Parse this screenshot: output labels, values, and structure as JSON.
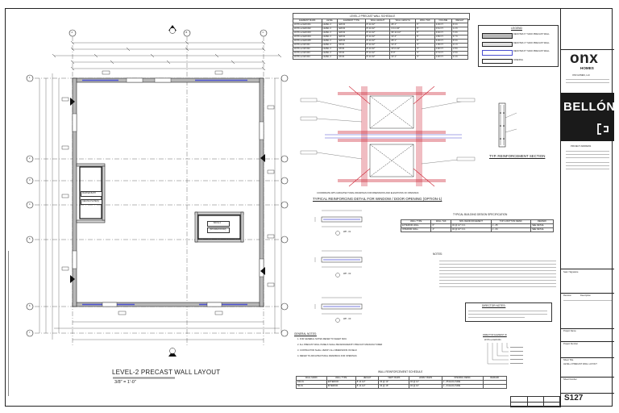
{
  "sheet": {
    "drawing_title": "LEVEL-2 PRECAST WALL LAYOUT",
    "scale": "3/8\" = 1'-0\"",
    "sheet_number": "S127"
  },
  "plan": {
    "grid_columns": [
      "A",
      "B",
      "C"
    ],
    "grid_rows": [
      "1",
      "2",
      "3",
      "4",
      "5",
      "6",
      "7"
    ],
    "room_labels": [
      "MASTER BATH",
      "CEILING PLATE(S)",
      "BATH 2",
      "(SHOWER ROOM)"
    ]
  },
  "schedule": {
    "title": "LEVEL-2 PRECAST WALL SCHEDULE",
    "headers": [
      "ELEMENT MARK",
      "LEVEL",
      "ELEMENT TYPE",
      "WALL HEIGHT",
      "WALL LENGTH",
      "WALL THK",
      "VOLUME",
      "WEIGHT"
    ],
    "rows": [
      [
        "W-PK-L2-EW-001",
        "LEVEL 2",
        "EW-01",
        "8'-11 1/2\"",
        "26'-1\"",
        "6\"",
        "3.29 CY",
        "6.6 K"
      ],
      [
        "W-PK-L2-EW-002",
        "LEVEL 2",
        "EW-01",
        "8'-11 1/2\"",
        "4'-11 1/2\"",
        "6\"",
        "0.61 CY",
        "1.2 K"
      ],
      [
        "W-PK-L2-EW-003",
        "LEVEL 2",
        "EW-01",
        "8'-11 1/2\"",
        "30'-11 1/2\"",
        "6\"",
        "3.94 CY",
        "7.9 K"
      ],
      [
        "W-PK-L2-EW-004",
        "LEVEL 2",
        "EW-01",
        "8'-11 1/2\"",
        "14'-4\"",
        "6\"",
        "1.83 CY",
        "3.7 K"
      ],
      [
        "W-PK-L2-EW-005",
        "LEVEL 2",
        "EW-01",
        "8'-11 1/2\"",
        "26'-1\"",
        "6\"",
        "3.29 CY",
        "6.6 K"
      ],
      [
        "W-PK-L2-IW-001",
        "LEVEL 2",
        "IW-01",
        "8'-11 1/2\"",
        "12'-4\"",
        "4\"",
        "1.05 CY",
        "2.1 K"
      ],
      [
        "W-PK-L2-IW-002",
        "LEVEL 2",
        "IW-01",
        "8'-11 1/2\"",
        "10'-6 1/2\"",
        "4\"",
        "0.90 CY",
        "1.8 K"
      ],
      [
        "W-PK-L2-IW-003",
        "LEVEL 2",
        "IW-01",
        "8'-11 1/2\"",
        "8'-9\"",
        "4\"",
        "0.74 CY",
        "1.5 K"
      ],
      [
        "W-PK-L2-IW-004",
        "LEVEL 2",
        "IW-01",
        "8'-11 1/2\"",
        "14'-1\"",
        "4\"",
        "1.20 CY",
        "2.4 K"
      ]
    ]
  },
  "legend": {
    "title": "LEGEND",
    "items": [
      "DENOTES 6\" THICK PRECAST WALL",
      "DENOTES 4\" THICK PRECAST WALL",
      "DENOTES 8\" THICK PRECAST WALL",
      "OPENING"
    ]
  },
  "details": {
    "window_detail_title": "TYPICAL REINFORCING DETAIL FOR WINDOW / DOOR OPENING (OPTION-1)",
    "window_detail_note": "COORDINATE WITH ARCHITECTURAL DRAWINGS FOR DIMENSIONS AND ELEVATIONS OF OPENINGS",
    "reinforcement_title": "TYP. REINFORCEMENT SECTION",
    "wall_sections": [
      "WP - 01",
      "WP - 02",
      "WP - 03"
    ],
    "general_notes_title": "GENERAL NOTES:",
    "general_notes": [
      "1. FOR GENERAL NOTES REFER TO SHEET S001",
      "2. ALL PRECAST WALL PANELS SHALL BE DESIGNED BY PRECAST MANUFACTURER",
      "3. CONTRACTOR SHALL VERIFY ALL DIMENSIONS IN FIELD",
      "4. REFER TO ARCHITECTURAL DRAWINGS FOR OPENINGS"
    ],
    "notes_title": "NOTES:",
    "director_notes_title": "DIRECTOR NOTES:",
    "element_mark_title": "DIRECTOR ELEMENT ID",
    "element_mark_example": "W-PK-L2-EW-001"
  },
  "tables": {
    "design_spec_title": "TYPICAL BUILDING DESIGN SPECIFICATION",
    "design_spec_headers": [
      "WALL TYPE",
      "WALL THK",
      "MIN. REINFORCEMENT",
      "TOP & BOTTOM REINF.",
      "REMARK"
    ],
    "design_spec_rows": [
      [
        "EXTERIOR WALL",
        "6\"",
        "#4 @ 12\" O.C.",
        "2 - #5",
        "SEE DETAIL"
      ],
      [
        "INTERIOR WALL",
        "4\"",
        "#4 @ 16\" O.C.",
        "2 - #4",
        "SEE DETAIL"
      ]
    ],
    "bottom_schedule_title": "WALL REINFORCEMENT SCHEDULE",
    "bottom_schedule_headers": [
      "WALL MARK",
      "WALL TYPE",
      "HEIGHT",
      "VERT. BARS",
      "HORIZ. BARS",
      "OPENING REINF.",
      "REMARK"
    ],
    "bottom_schedule_rows": [
      [
        "EW-01",
        "EXTERIOR",
        "8'-11 1/2\"",
        "#4 @ 12\"",
        "#4 @ 12\"",
        "2 - #5 EACH SIDE",
        ""
      ],
      [
        "IW-01",
        "INTERIOR",
        "8'-11 1/2\"",
        "#4 @ 16\"",
        "#4 @ 16\"",
        "2 - #4 EACH SIDE",
        ""
      ]
    ]
  },
  "titleblock": {
    "company_logo": "onx",
    "company_sub": "HOMES",
    "company_address": "ONX HOMES, LLC",
    "project_logo": "BELLÓN",
    "project_address": "PROJECT ADDRESS",
    "seal_label": "Seal / Signature",
    "revision_label": "Revision",
    "description_label": "Description",
    "project_name_label": "Project Name",
    "project_number_label": "Project Number",
    "sheet_title_label": "Sheet Title",
    "sheet_title_value": "LEVEL-2 PRECAST WALL LAYOUT",
    "sheet_number_label": "Sheet Number"
  },
  "colors": {
    "wall_6in": "#b8b8b8",
    "wall_8in": "#4a4fd0",
    "rebar_red": "#cc2233",
    "linework": "#222222"
  }
}
